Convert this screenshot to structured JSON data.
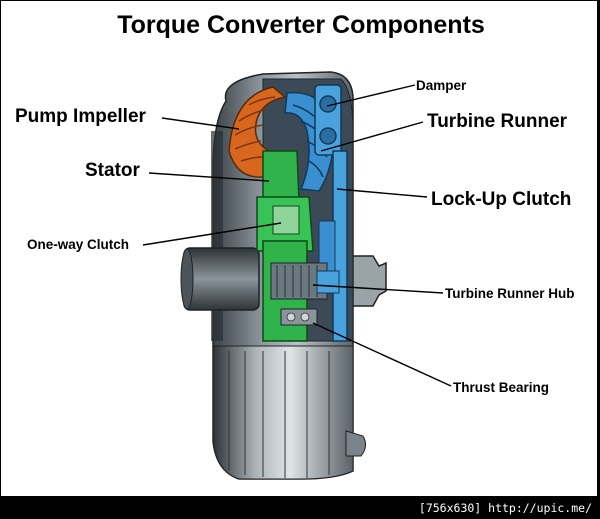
{
  "title": "Torque Converter Components",
  "labels": {
    "damper": "Damper",
    "turbine_runner": "Turbine Runner",
    "pump_impeller": "Pump Impeller",
    "stator": "Stator",
    "lock_up_clutch": "Lock-Up Clutch",
    "one_way_clutch": "One-way Clutch",
    "turbine_runner_hub": "Turbine Runner Hub",
    "thrust_bearing": "Thrust Bearing"
  },
  "watermark": "[756x630] http://upic.me/",
  "colors": {
    "pump_impeller": "#d9661e",
    "turbine_runner": "#3a8fd0",
    "stator": "#2fb34a",
    "housing": "#6f7a82",
    "background": "#ffffff"
  }
}
